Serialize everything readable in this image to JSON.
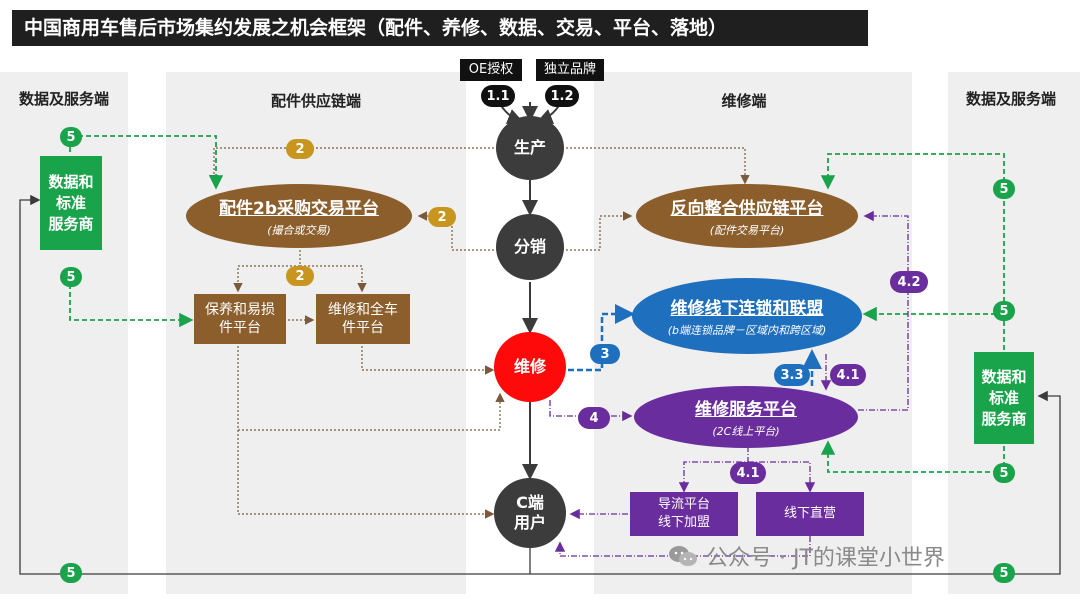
{
  "title": "中国商用车售后市场集约发展之机会框架（配件、养修、数据、交易、平台、落地）",
  "columns": {
    "data_left": "数据及服务端",
    "supply": "配件供应链端",
    "repair": "维修端",
    "data_right": "数据及服务端"
  },
  "top_labels": {
    "oe": "OE授权",
    "own_brand": "独立品牌"
  },
  "nodes": {
    "production": "生产",
    "distribution": "分销",
    "repair": "维修",
    "c_end_line1": "C端",
    "c_end_line2": "用户",
    "parts_platform": "配件2b采购交易平台",
    "parts_platform_sub": "(撮合或交易)",
    "reverse_supply": "反向整合供应链平台",
    "reverse_supply_sub": "(配件交易平台)",
    "chain_alliance": "维修线下连锁和联盟",
    "chain_alliance_sub": "(b端连锁品牌－区域内和跨区域)",
    "repair_service": "维修服务平台",
    "repair_service_sub": "(2C线上平台)",
    "maintenance_platform_l1": "保养和易损",
    "maintenance_platform_l2": "件平台",
    "repair_full_l1": "维修和全车",
    "repair_full_l2": "件平台",
    "data_provider_l1": "数据和",
    "data_provider_l2": "标准",
    "data_provider_l3": "服务商",
    "traffic_l1": "导流平台",
    "traffic_l2": "线下加盟",
    "direct_store": "线下直营"
  },
  "badges": {
    "b1_1": "1.1",
    "b1_2": "1.2",
    "b2": "2",
    "b3": "3",
    "b3_3": "3.3",
    "b4": "4",
    "b4_1": "4.1",
    "b4_2": "4.2",
    "b5": "5"
  },
  "watermark": "公众号 · JT的课堂小世界",
  "colors": {
    "brown": "#8b5e2c",
    "gold": "#c8961e",
    "blue": "#1f6fbf",
    "purple": "#6a2d9e",
    "green": "#19a34a",
    "dark": "#3b3b3b",
    "red": "#ff0a0a"
  }
}
